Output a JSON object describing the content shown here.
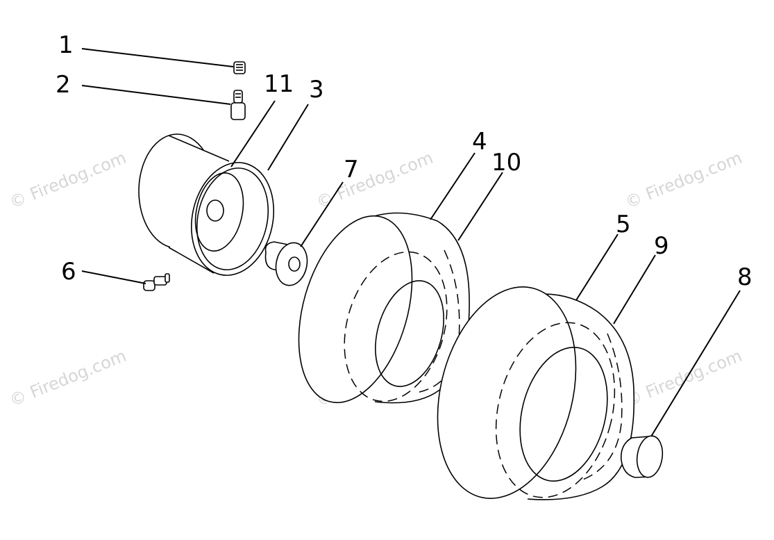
{
  "watermark": "© Firedog.com",
  "callouts": {
    "c1": "1",
    "c2": "2",
    "c3": "3",
    "c4": "4",
    "c5": "5",
    "c6": "6",
    "c7": "7",
    "c8": "8",
    "c9": "9",
    "c10": "10",
    "c11": "11"
  }
}
